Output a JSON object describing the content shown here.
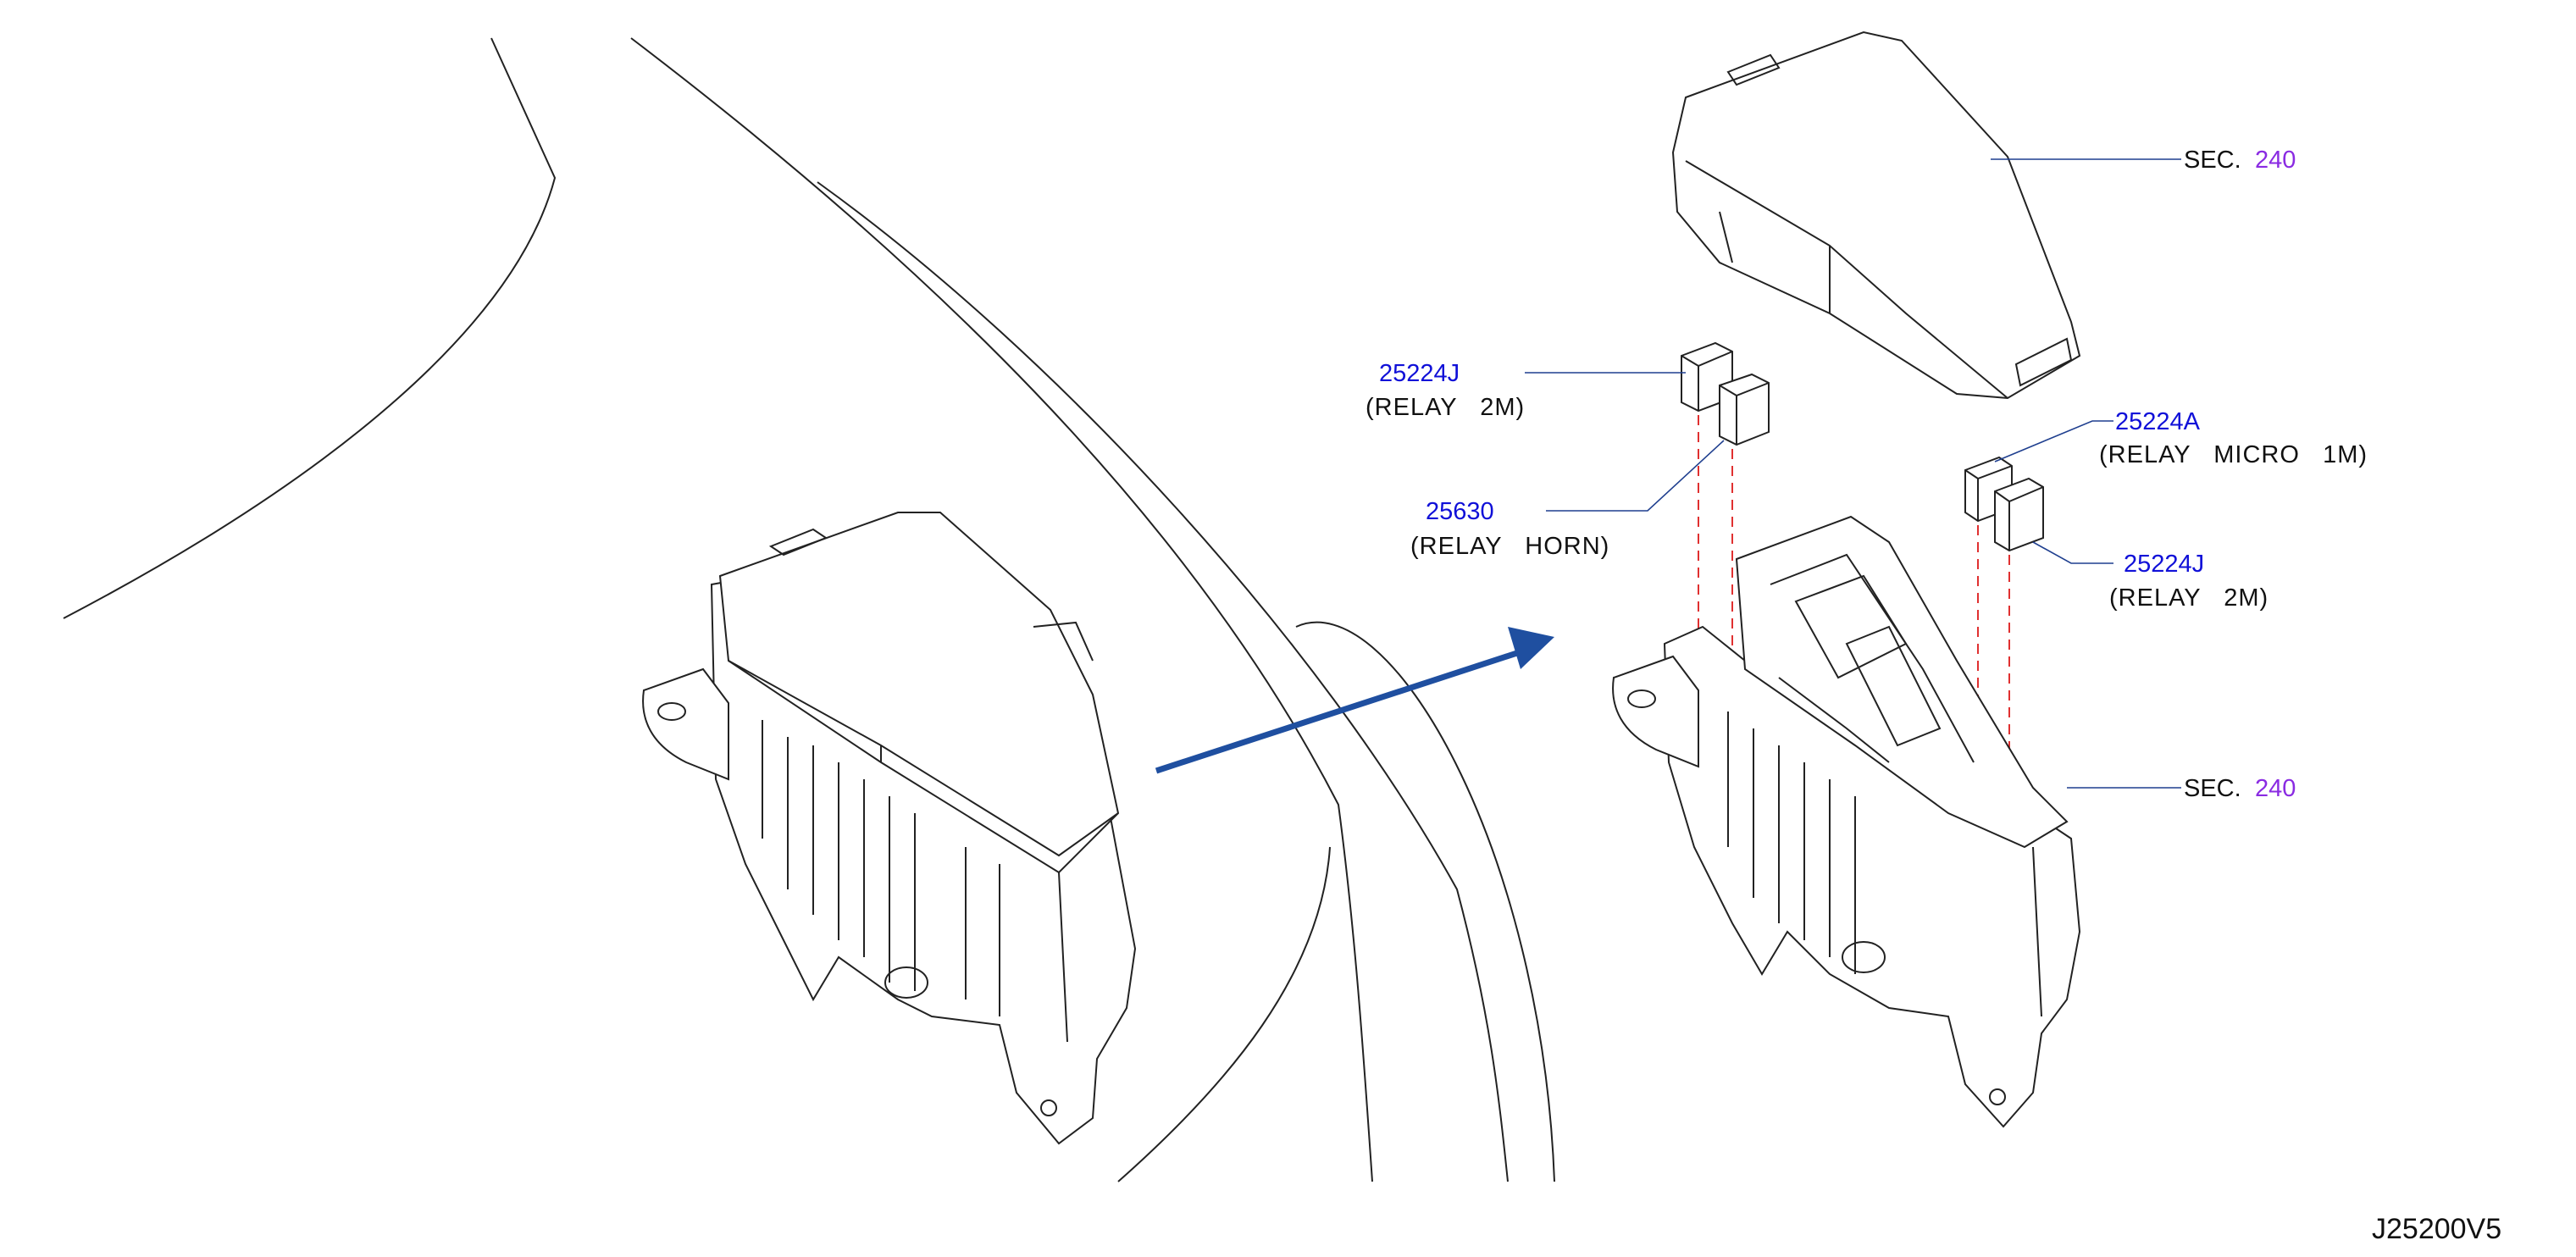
{
  "diagram_code": "J25200V5",
  "colors": {
    "part_number": "#1010d8",
    "section_number": "#8a2be2",
    "arrow": "#1f4fa0",
    "dashed_guide": "#e03030",
    "line": "#222222"
  },
  "callouts": {
    "sec_top": {
      "prefix": "SEC.",
      "number": "240"
    },
    "sec_bottom": {
      "prefix": "SEC.",
      "number": "240"
    },
    "relay_2m_left": {
      "part_number": "25224J",
      "description": "(RELAY   2M)"
    },
    "relay_horn": {
      "part_number": "25630",
      "description": "(RELAY   HORN)"
    },
    "relay_micro": {
      "part_number": "25224A",
      "description": "(RELAY   MICRO   1M)"
    },
    "relay_2m_right": {
      "part_number": "25224J",
      "description": "(RELAY   2M)"
    }
  }
}
